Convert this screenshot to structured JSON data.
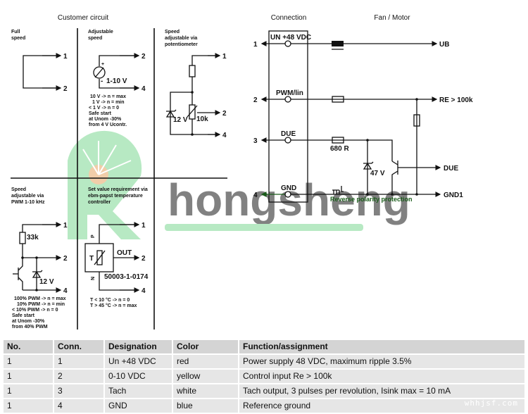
{
  "headers": {
    "customer_circuit": "Customer circuit",
    "connection": "Connection",
    "fan_motor": "Fan / Motor"
  },
  "panels": {
    "full_speed": {
      "title_l1": "Full",
      "title_l2": "speed",
      "pins": [
        "1",
        "2"
      ]
    },
    "adjustable_speed": {
      "title_l1": "Adjustable",
      "title_l2": "speed",
      "source_label": "1-10 V",
      "plus": "+",
      "minus": "-",
      "pins": [
        "2",
        "4"
      ],
      "notes": [
        "10 V -> n = max",
        "1 V -> n = min",
        "< 1 V -> n = 0",
        "Safe start",
        "at Unom -30%",
        "from 4 V Ucontr."
      ]
    },
    "potentiometer": {
      "title_l1": "Speed",
      "title_l2": "adjustable via",
      "title_l3": "potentiometer",
      "zener_label": "12 V",
      "pot_label": "10k",
      "pins": [
        "1",
        "2",
        "4"
      ]
    },
    "pwm": {
      "title_l1": "Speed",
      "title_l2": "adjustable via",
      "title_l3": "PWM 1-10 kHz",
      "resistor_label": "33k",
      "zener_label": "12 V",
      "pins": [
        "1",
        "2",
        "4"
      ],
      "notes": [
        "100% PWM -> n = max",
        "10% PWM -> n = min",
        "< 10% PWM -> n = 0",
        "Safe start",
        "at Unom -30%",
        "from 40% PWM"
      ]
    },
    "temp_controller": {
      "title_l1": "Set value requirement via",
      "title_l2": "ebm-papst temperature",
      "title_l3": "controller",
      "p_label": "P",
      "n_label": "N",
      "t_label": "T",
      "out_label": "OUT",
      "part_number": "50003-1-0174",
      "pins": [
        "1",
        "2",
        "4"
      ],
      "notes": [
        "T < 10 °C -> n = 0",
        "T > 45 °C -> n = max"
      ]
    }
  },
  "connection": {
    "terminals": [
      {
        "pin": "1",
        "name": "UN +48 VDC",
        "output": "UB"
      },
      {
        "pin": "2",
        "name": "PWM/lin",
        "output": "RE > 100k"
      },
      {
        "pin": "3",
        "name": "DUE",
        "output": "DUE"
      },
      {
        "pin": "4",
        "name": "GND",
        "output": "GND1"
      }
    ],
    "resistor_680": "680 R",
    "zener_47": "47 V",
    "reverse_polarity": "Reverse polarity protection"
  },
  "watermark": {
    "brand": "hongsheng",
    "site": "whhjsf.com",
    "color": "#7fd99a",
    "accent": "#f5b98a"
  },
  "table": {
    "columns": [
      "No.",
      "Conn.",
      "Designation",
      "Color",
      "Function/assignment"
    ],
    "rows": [
      [
        "1",
        "1",
        "Un +48 VDC",
        "red",
        "Power supply 48 VDC, maximum ripple 3.5%"
      ],
      [
        "1",
        "2",
        "0-10 VDC",
        "yellow",
        "Control input Re > 100k"
      ],
      [
        "1",
        "3",
        "Tach",
        "white",
        "Tach output, 3 pulses per revolution, Isink max = 10 mA"
      ],
      [
        "1",
        "4",
        "GND",
        "blue",
        "Reference ground"
      ]
    ]
  }
}
